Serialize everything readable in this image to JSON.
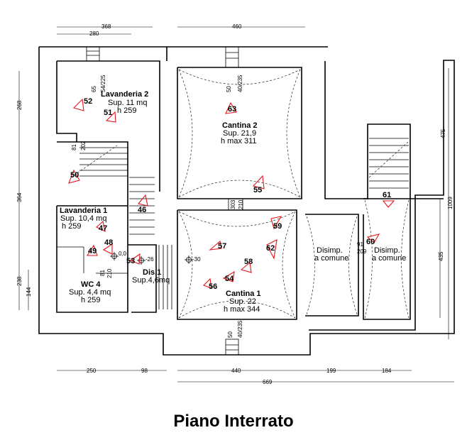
{
  "title": "Piano Interrato",
  "rooms": [
    {
      "name": "Lavanderia 2",
      "lines": [
        "Sup. 11 mq",
        "h 259"
      ]
    },
    {
      "name": "Cantina 2",
      "lines": [
        "Sup. 21,9",
        "h max 311"
      ]
    },
    {
      "name": "Lavanderia 1",
      "lines": [
        "Sup. 10,4 mq",
        "h 259"
      ]
    },
    {
      "name": "WC 4",
      "lines": [
        "Sup. 4,4 mq",
        "h 259"
      ]
    },
    {
      "name": "Dis.1",
      "lines": [
        "Sup.4,6mq"
      ]
    },
    {
      "name": "Cantina 1",
      "lines": [
        "Sup. 22",
        "h max 344"
      ]
    },
    {
      "name": "Disimp.",
      "lines": [
        "a comune"
      ]
    },
    {
      "name": "Disimp.",
      "lines": [
        "a comune"
      ]
    }
  ],
  "photo_points": [
    "52",
    "51",
    "63",
    "50",
    "55",
    "46",
    "61",
    "47",
    "59",
    "48",
    "49",
    "57",
    "62",
    "53",
    "58",
    "60",
    "54",
    "56"
  ],
  "dimensions": {
    "top_368": "368",
    "top_280": "280",
    "top_460": "460",
    "left_268": "268",
    "left_364": "364",
    "left_238": "238",
    "left_144": "144",
    "right_475": "475",
    "right_1009": "1009",
    "right_435": "435",
    "bottom_250": "250",
    "bottom_98": "98",
    "bottom_440": "440",
    "bottom_199": "199",
    "bottom_184": "184",
    "bottom_669": "669",
    "door_65": "65",
    "door_54_225": "54/225",
    "door_50_a": "50",
    "door_40_235_a": "40/235",
    "door_81_a": "81",
    "door_202": "202",
    "door_303": "303",
    "door_210_a": "210",
    "door_91": "91",
    "door_209": "209",
    "door_81_b": "81",
    "door_210_b": "210",
    "door_50_b": "50",
    "door_40_235_b": "40/235",
    "lvl_00": "0,0",
    "lvl_26": "-26",
    "lvl_30": "-30"
  }
}
